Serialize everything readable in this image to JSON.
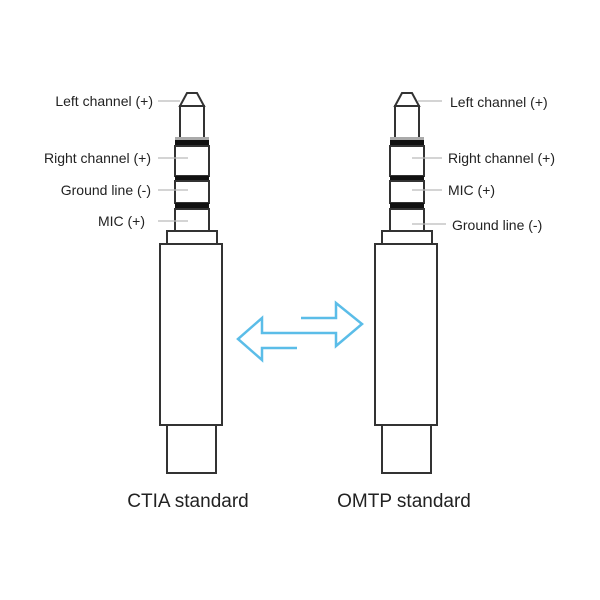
{
  "ctia": {
    "caption": "CTIA standard",
    "labels": [
      "Left channel (+)",
      "Right channel (+)",
      "Ground line (-)",
      "MIC (+)"
    ]
  },
  "omtp": {
    "caption": "OMTP standard",
    "labels": [
      "Left channel (+)",
      "Right channel (+)",
      "MIC (+)",
      "Ground line (-)"
    ]
  },
  "colors": {
    "arrow": "#5bbde8",
    "outline": "#333333"
  },
  "icons": {
    "swap": "bidirectional-arrow-icon"
  }
}
